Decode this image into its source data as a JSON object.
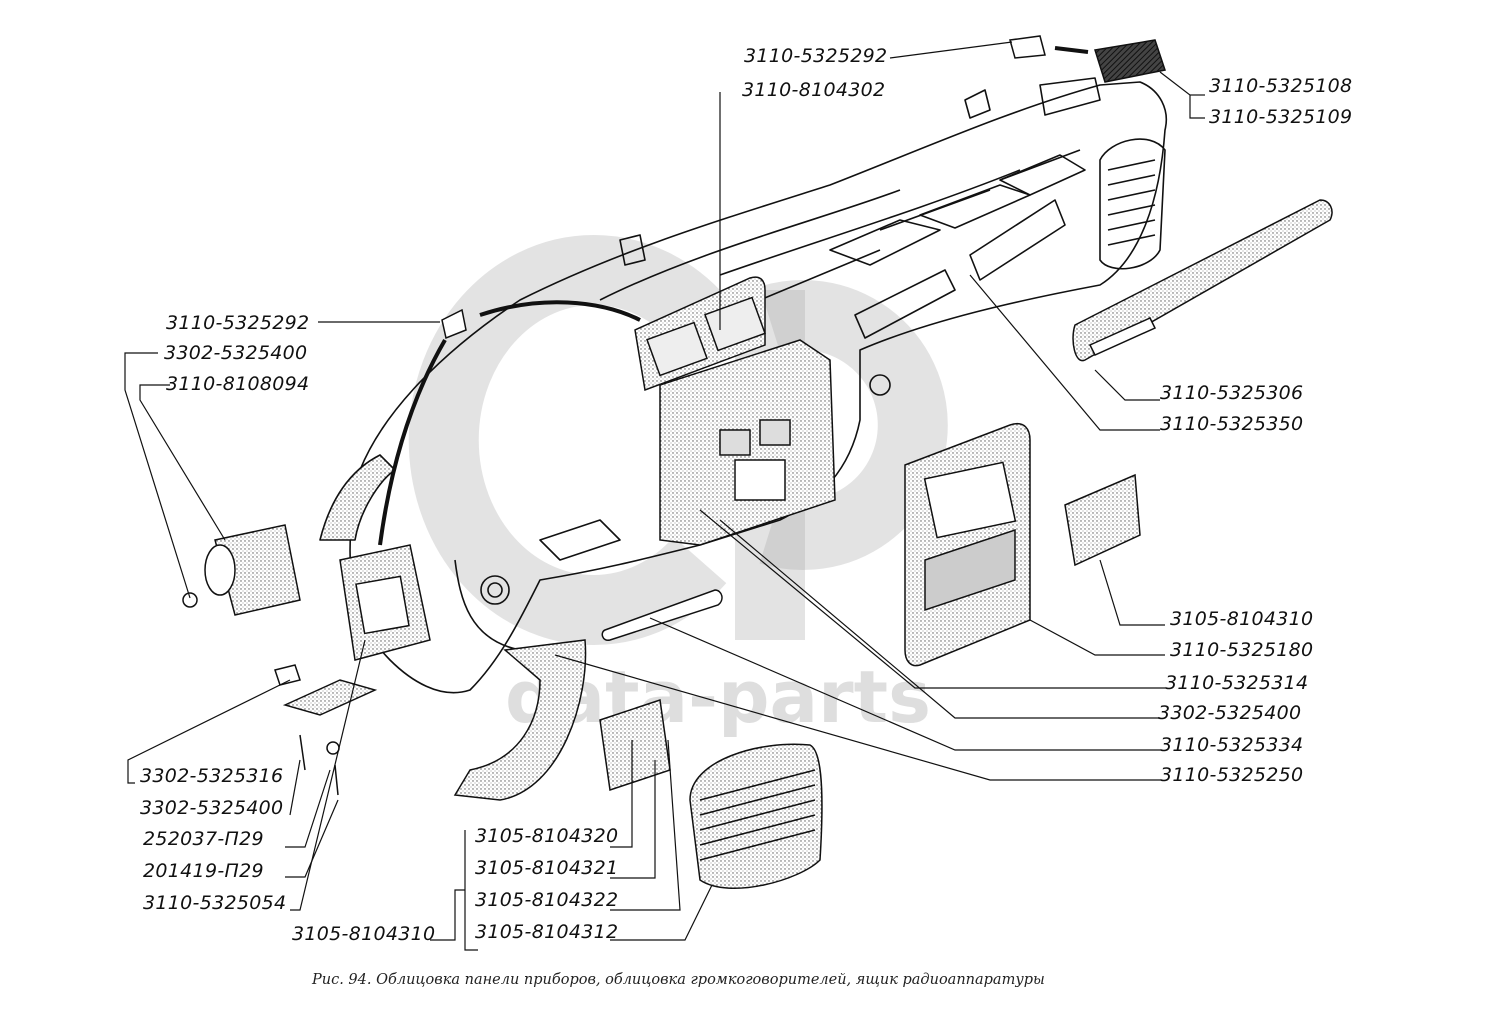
{
  "figure": {
    "caption": "Рис. 94. Облицовка панели приборов, облицовка громкоговорителей, ящик радиоаппаратуры",
    "watermark": "data-parts",
    "parts": [
      {
        "id": "p1",
        "number": "3110-5325292"
      },
      {
        "id": "p2",
        "number": "3110-8104302"
      },
      {
        "id": "p3",
        "number": "3110-5325108"
      },
      {
        "id": "p4",
        "number": "3110-5325109"
      },
      {
        "id": "p5",
        "number": "3110-5325292"
      },
      {
        "id": "p6",
        "number": "3302-5325400"
      },
      {
        "id": "p7",
        "number": "3110-8108094"
      },
      {
        "id": "p8",
        "number": "3110-5325306"
      },
      {
        "id": "p9",
        "number": "3110-5325350"
      },
      {
        "id": "p10",
        "number": "3105-8104310"
      },
      {
        "id": "p11",
        "number": "3110-5325180"
      },
      {
        "id": "p12",
        "number": "3110-5325314"
      },
      {
        "id": "p13",
        "number": "3302-5325400"
      },
      {
        "id": "p14",
        "number": "3110-5325334"
      },
      {
        "id": "p15",
        "number": "3110-5325250"
      },
      {
        "id": "p16",
        "number": "3302-5325316"
      },
      {
        "id": "p17",
        "number": "3302-5325400"
      },
      {
        "id": "p18",
        "number": "252037-П29"
      },
      {
        "id": "p19",
        "number": "201419-П29"
      },
      {
        "id": "p20",
        "number": "3110-5325054"
      },
      {
        "id": "p21",
        "number": "3105-8104320"
      },
      {
        "id": "p22",
        "number": "3105-8104321"
      },
      {
        "id": "p23",
        "number": "3105-8104322"
      },
      {
        "id": "p24",
        "number": "3105-8104312"
      },
      {
        "id": "p25",
        "number": "3105-8104310"
      }
    ]
  }
}
